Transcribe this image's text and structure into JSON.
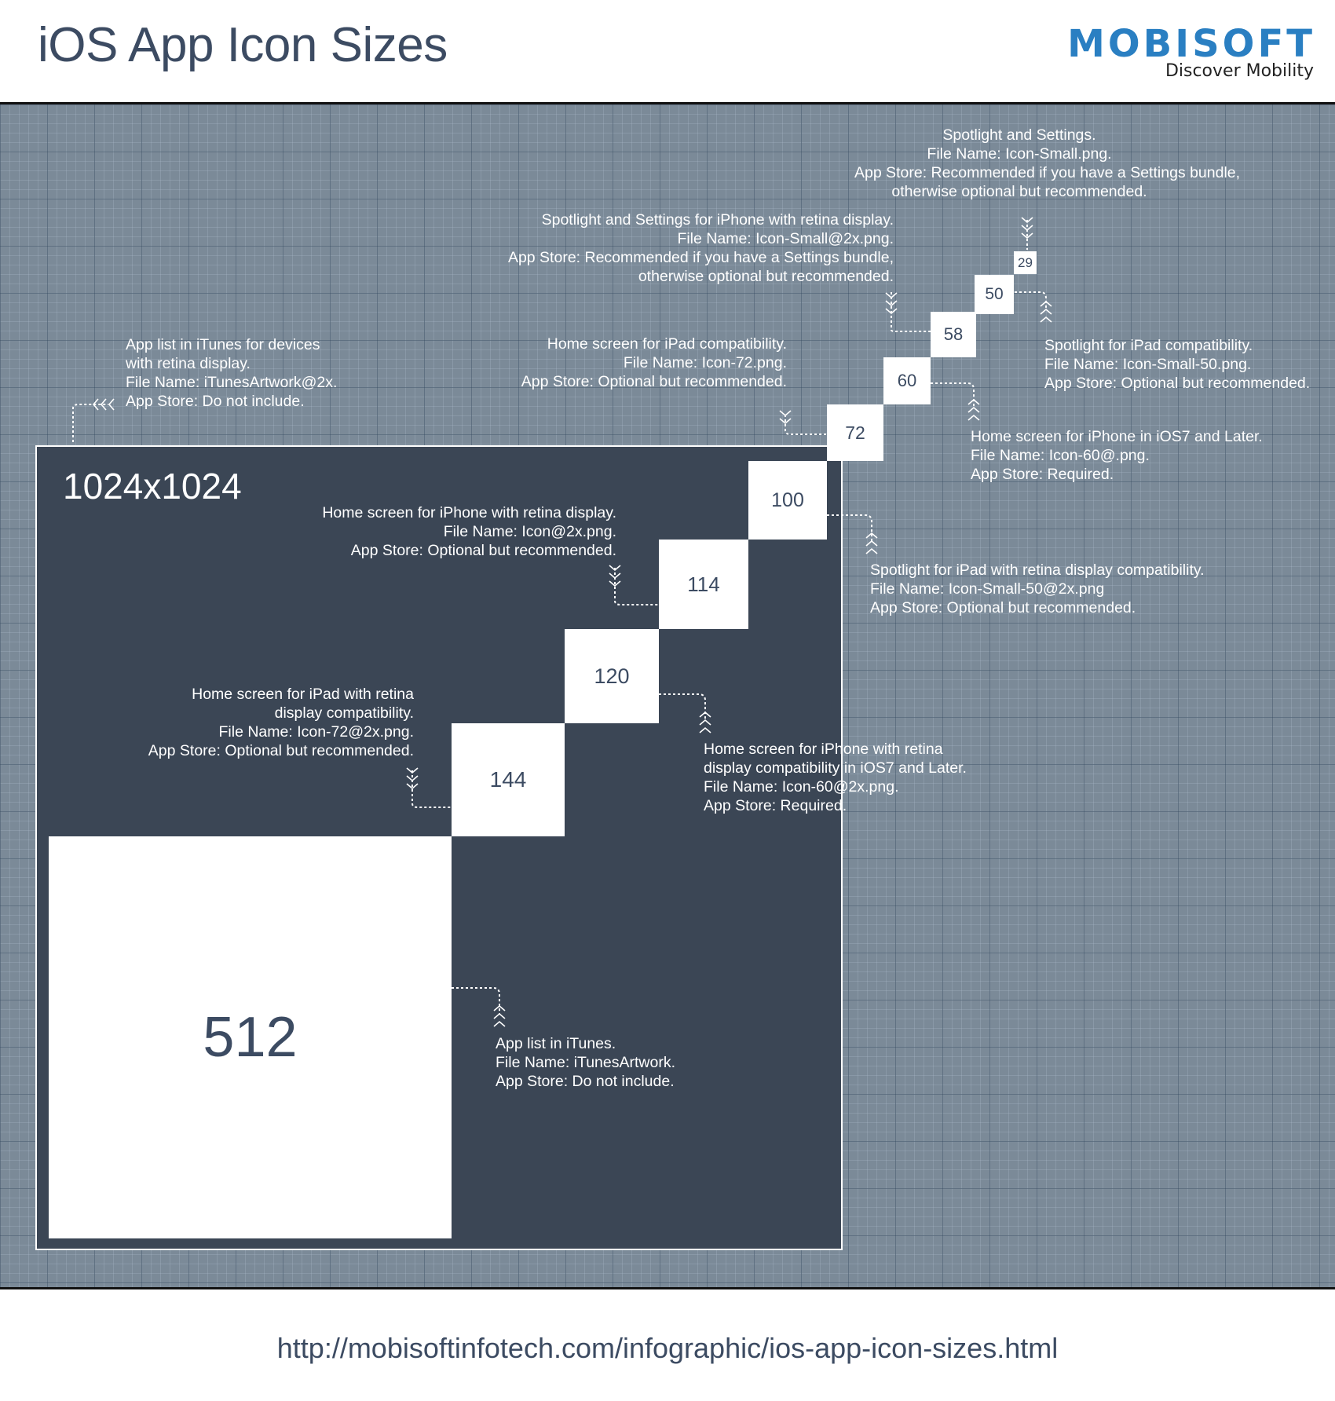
{
  "title": "iOS App Icon Sizes",
  "logo": {
    "word": "MOBISOFT",
    "tagline": "Discover Mobility"
  },
  "big_icon_label": "1024x1024",
  "squares": [
    "29",
    "50",
    "58",
    "60",
    "72",
    "100",
    "114",
    "120",
    "144",
    "512"
  ],
  "annotations": {
    "s29": [
      "Spotlight and Settings.",
      "File Name: Icon-Small.png.",
      "App Store: Recommended if you have a Settings bundle,",
      "otherwise optional but recommended."
    ],
    "s58": [
      "Spotlight and Settings for iPhone with retina display.",
      "File Name: Icon-Small@2x.png.",
      "App Store: Recommended if you have a Settings bundle,",
      "otherwise optional but recommended."
    ],
    "s50": [
      "Spotlight for iPad compatibility.",
      "File Name: Icon-Small-50.png.",
      "App Store: Optional but recommended."
    ],
    "s72": [
      "Home screen for iPad compatibility.",
      "File Name: Icon-72.png.",
      "App Store: Optional but recommended."
    ],
    "s60": [
      "Home screen for iPhone in iOS7 and Later.",
      "File Name: Icon-60@.png.",
      "App Store: Required."
    ],
    "s1024": [
      "App list in iTunes for devices",
      "with retina display.",
      "File Name: iTunesArtwork@2x.",
      "App Store: Do not include."
    ],
    "s114": [
      "Home screen for iPhone with retina display.",
      "File Name: Icon@2x.png.",
      "App Store: Optional but recommended."
    ],
    "s100": [
      "Spotlight for iPad with retina display compatibility.",
      "File Name: Icon-Small-50@2x.png",
      "App Store: Optional but recommended."
    ],
    "s144": [
      "Home screen for iPad with retina",
      "display compatibility.",
      "File Name: Icon-72@2x.png.",
      "App Store: Optional but recommended."
    ],
    "s120": [
      "Home screen for iPhone with retina",
      "display compatibility in iOS7 and Later.",
      "File Name: Icon-60@2x.png.",
      "App Store: Required."
    ],
    "s512": [
      "App list in iTunes.",
      "File Name: iTunesArtwork.",
      "App Store: Do not include."
    ]
  },
  "footer_url": "http://mobisoftinfotech.com/infographic/ios-app-icon-sizes.html",
  "colors": {
    "title": "#3c4b62",
    "logo": "#2a7fc2",
    "panel": "#3b4655",
    "grid": "#7b8a98"
  }
}
